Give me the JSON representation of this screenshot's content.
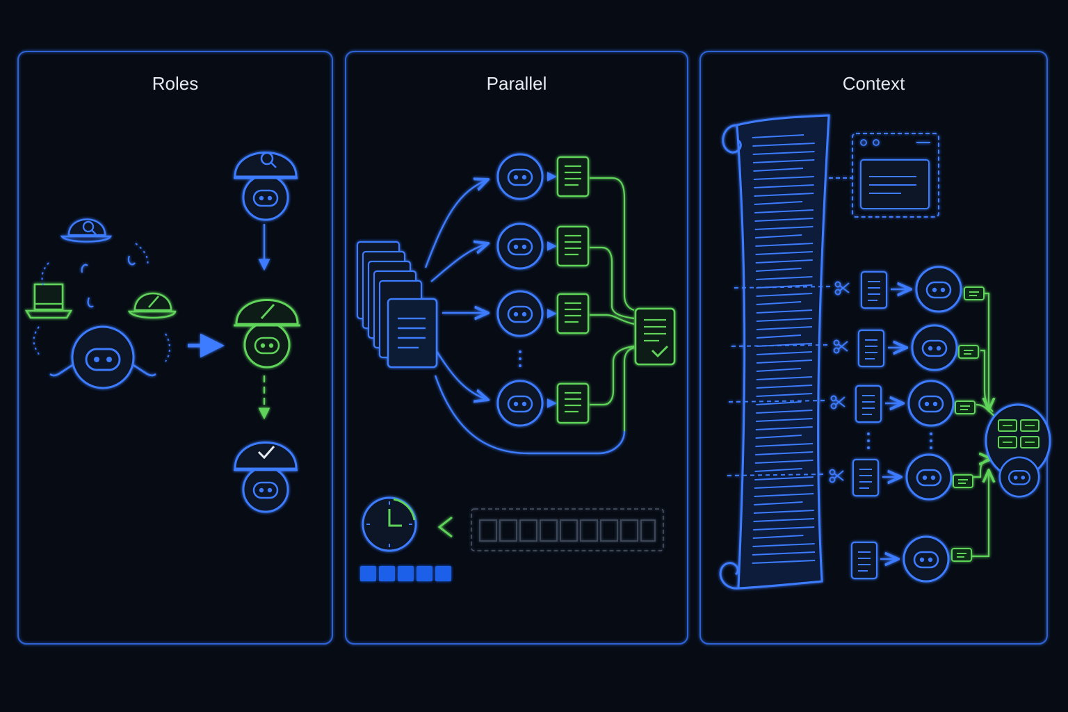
{
  "panels": [
    {
      "title": "Roles"
    },
    {
      "title": "Parallel"
    },
    {
      "title": "Context"
    }
  ],
  "colors": {
    "background": "#060b14",
    "panel_border": "#2f63d6",
    "blue": "#3d7bff",
    "green": "#5fd35a",
    "title": "#e6ebf2"
  },
  "icons": {
    "roles": [
      "detective-hat-icon",
      "top-hat-icon",
      "pencil-cap-icon",
      "robot-icon",
      "check-cap-icon"
    ],
    "parallel": [
      "document-stack-icon",
      "robot-icon",
      "document-icon",
      "merged-document-check-icon",
      "clock-icon"
    ],
    "context": [
      "scroll-icon",
      "window-icon",
      "scissors-icon",
      "document-icon",
      "robot-icon",
      "message-icon",
      "aggregator-robot-icon"
    ]
  }
}
